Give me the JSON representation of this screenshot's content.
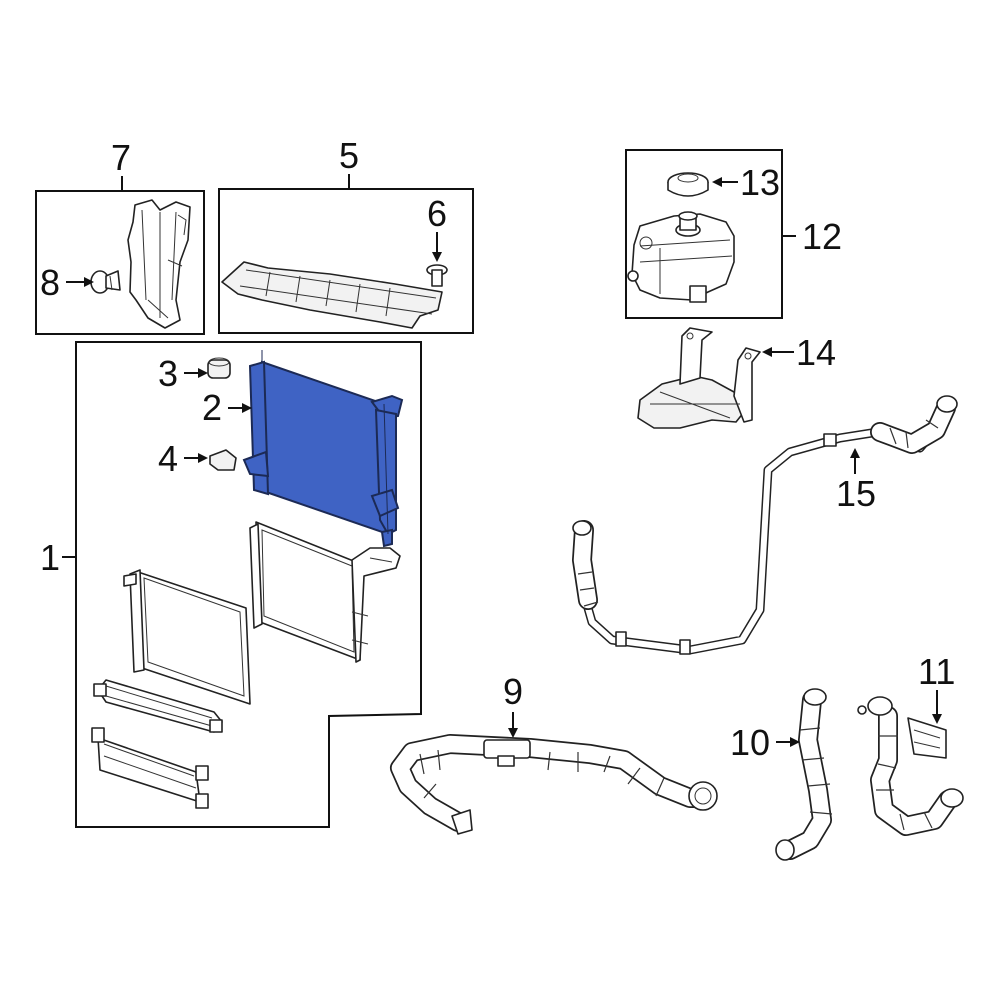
{
  "diagram": {
    "highlight_color": "#3f63c4",
    "callouts": [
      {
        "id": "c1",
        "text": "1"
      },
      {
        "id": "c2",
        "text": "2"
      },
      {
        "id": "c3",
        "text": "3"
      },
      {
        "id": "c4",
        "text": "4"
      },
      {
        "id": "c5",
        "text": "5"
      },
      {
        "id": "c6",
        "text": "6"
      },
      {
        "id": "c7",
        "text": "7"
      },
      {
        "id": "c8",
        "text": "8"
      },
      {
        "id": "c9",
        "text": "9"
      },
      {
        "id": "c10",
        "text": "10"
      },
      {
        "id": "c11",
        "text": "11"
      },
      {
        "id": "c12",
        "text": "12"
      },
      {
        "id": "c13",
        "text": "13"
      },
      {
        "id": "c14",
        "text": "14"
      },
      {
        "id": "c15",
        "text": "15"
      }
    ]
  }
}
